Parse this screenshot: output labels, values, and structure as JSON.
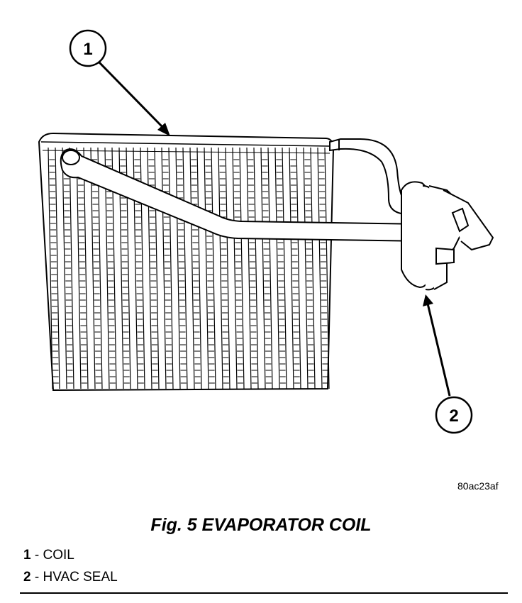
{
  "figure": {
    "callouts": [
      {
        "label": "1"
      },
      {
        "label": "2"
      }
    ],
    "reference_code": "80ac23af"
  },
  "caption": "Fig. 5 EVAPORATOR COIL",
  "legend": [
    {
      "num": "1",
      "sep": " - ",
      "text": "COIL"
    },
    {
      "num": "2",
      "sep": " - ",
      "text": "HVAC SEAL"
    }
  ],
  "colors": {
    "ink": "#000000",
    "paper": "#ffffff"
  }
}
